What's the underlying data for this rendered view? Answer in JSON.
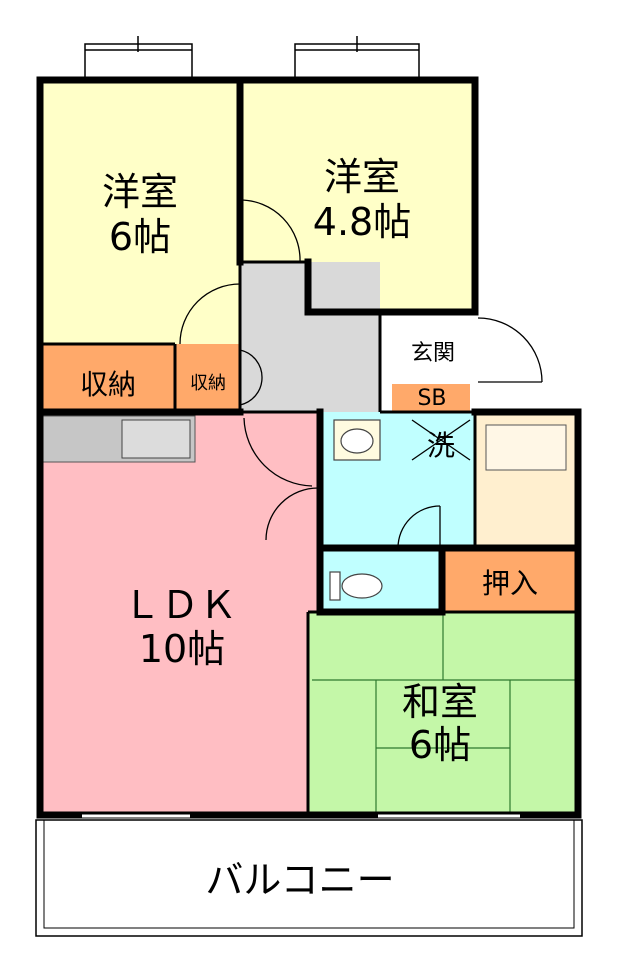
{
  "rooms": {
    "western1": {
      "name": "洋室",
      "size": "6帖"
    },
    "western2": {
      "name": "洋室",
      "size": "4.8帖"
    },
    "ldk": {
      "name": "ＬＤＫ",
      "size": "10帖"
    },
    "japanese": {
      "name": "和室",
      "size": "6帖"
    }
  },
  "labels": {
    "storage_large": "収納",
    "storage_small": "収納",
    "entrance": "玄関",
    "shoe_box": "SB",
    "washroom": "洗",
    "closet": "押入",
    "balcony": "バルコニー"
  },
  "colors": {
    "western": "#ffffc8",
    "ldk": "#ffbec3",
    "japanese": "#c4f7a8",
    "bath_toilet": "#c0ffff",
    "bathroom": "#ffefcf",
    "storage": "#ffa96a",
    "hallway": "#d9d9d9",
    "kitchen": "#c6c6c6",
    "wall": "#000000"
  }
}
